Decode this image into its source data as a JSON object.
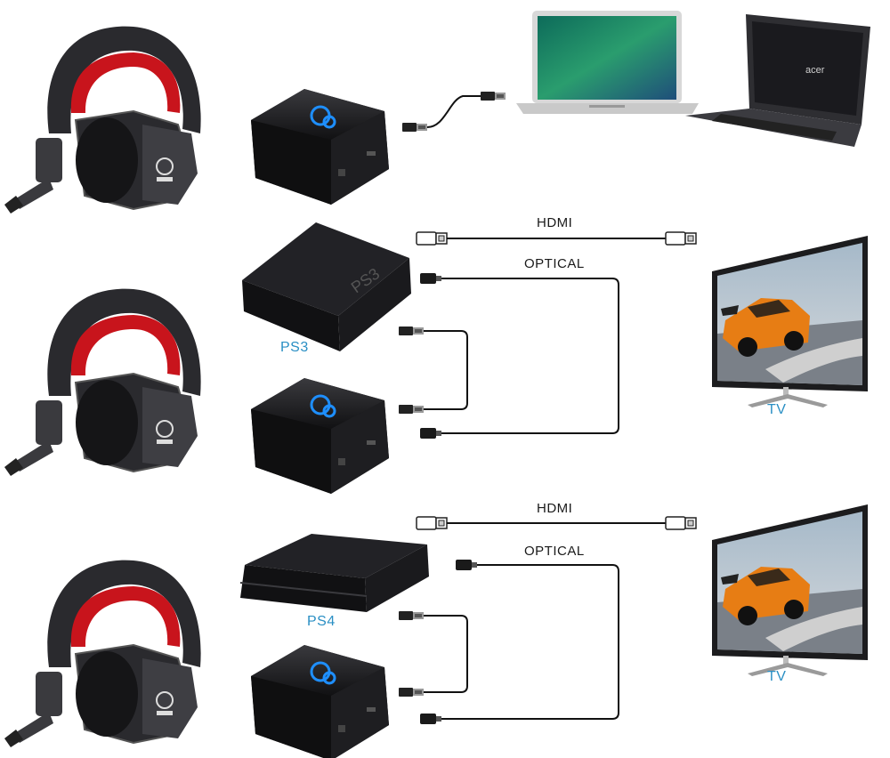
{
  "labels": {
    "hdmi_1": "HDMI",
    "optical_1": "OPTICAL",
    "ps3": "PS3",
    "tv_1": "TV",
    "hdmi_2": "HDMI",
    "optical_2": "OPTICAL",
    "ps4": "PS4",
    "tv_2": "TV"
  },
  "laptop_brand": "acer",
  "colors": {
    "cable": "#111111",
    "label_blue": "#2a8fc4",
    "headset_red": "#c8141c",
    "headset_black": "#2a2a2e",
    "console_black": "#1c1c1e",
    "led_blue": "#1e8fff"
  }
}
